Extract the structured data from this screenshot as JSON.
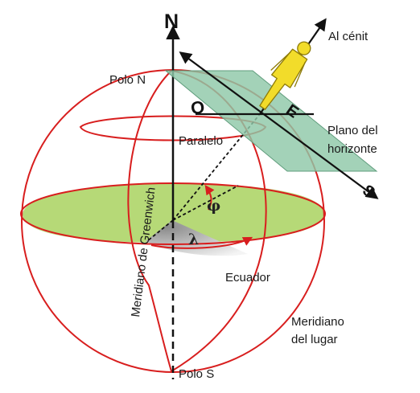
{
  "labels": {
    "north": "N",
    "zenith": "Al cénit",
    "north_pole": "Polo N",
    "south_pole": "Polo S",
    "parallel": "Paralelo",
    "horizon_plane_line1": "Plano del",
    "horizon_plane_line2": "horizonte",
    "greenwich_meridian": "Meridiano de Greenwich",
    "equator": "Ecuador",
    "local_meridian_line1": "Meridiano",
    "local_meridian_line2": "del lugar",
    "latitude_symbol": "φ",
    "longitude_symbol": "λ",
    "west": "O",
    "east": "E",
    "south": "S"
  },
  "colors": {
    "sphere_outline": "#d81e1e",
    "equatorial_plane": "#b6d977",
    "horizon_plane": "#8fc8a8",
    "observer_figure": "#f2dc2a",
    "axes": "#111111"
  }
}
